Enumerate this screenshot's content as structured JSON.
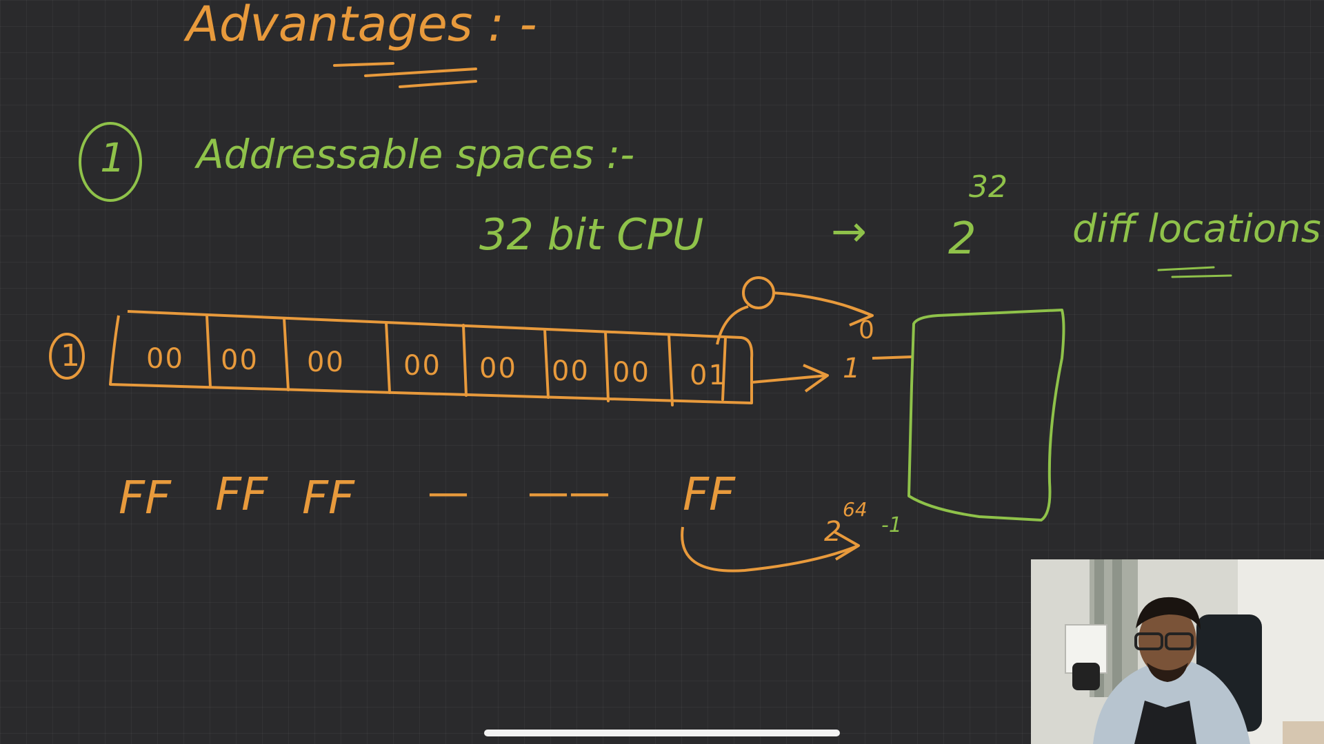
{
  "notes": {
    "heading": "Advantages : -",
    "point_number": "1",
    "point_title": "Addressable spaces :-",
    "cpu_label": "32 bit CPU",
    "arrow": "→",
    "base": "2",
    "exponent": "32",
    "locations": "diff locations",
    "row_number": "1",
    "bytes": [
      "00",
      "00",
      "00",
      "00",
      "00",
      "00",
      "00",
      "01"
    ],
    "addr_zero": "0",
    "addr_one": "1",
    "ff_row": [
      "FF",
      "FF",
      "FF",
      "—",
      "——",
      "FF"
    ],
    "addr_max_base": "2",
    "addr_max_exp": "64",
    "addr_max_minus": "-1"
  },
  "colors": {
    "background": "#2a2a2c",
    "ink_orange": "#e89a3c",
    "ink_green": "#8fc24a"
  }
}
